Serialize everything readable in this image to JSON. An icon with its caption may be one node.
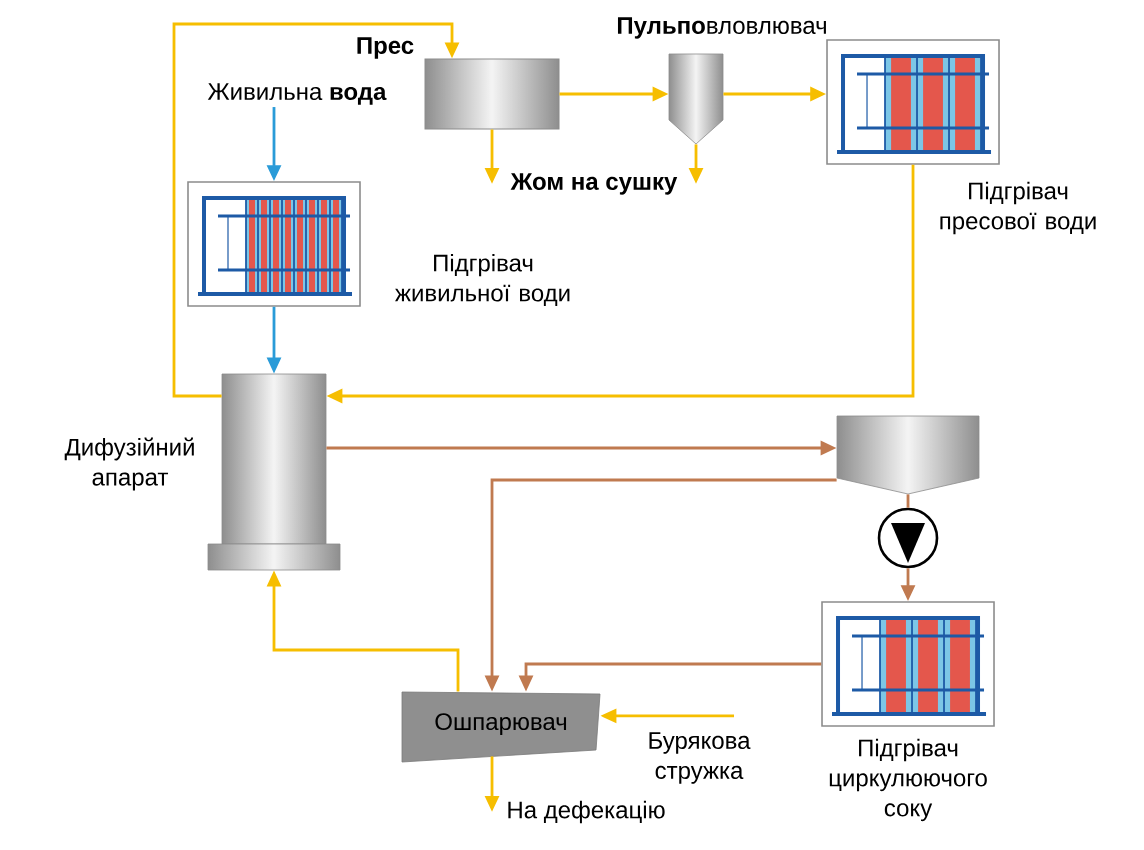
{
  "diagram": {
    "nodes": [
      {
        "text": [
          "Прес"
        ]
      },
      {
        "text": [
          "**Пульпо**вловлювач"
        ]
      },
      {
        "text": [
          "Підгрівач пресової води"
        ]
      },
      {
        "text": [
          "Живильна **вода**"
        ]
      },
      {
        "text": [
          "Жом на сушку"
        ]
      },
      {
        "text": [
          "Підгрівач живильної води"
        ]
      },
      {
        "text": [
          "Дифузійний апарат"
        ]
      },
      {
        "text": [],
        "shape": "cylinder"
      },
      {
        "text": [],
        "shape": "circle"
      },
      {
        "text": [
          "Підгрівач циркулюючого соку"
        ]
      },
      {
        "text": [
          "Ошпарювач"
        ]
      },
      {
        "text": [
          "Бурякова стружка"
        ]
      },
      {
        "text": [
          "На дефекацію"
        ]
      }
    ],
    "edges": [
      {
        "from": 0,
        "to": 1,
        "arrow": "to"
      },
      {
        "from": 1,
        "to": 2,
        "arrow": "to"
      },
      {
        "from": 0,
        "to": 4,
        "arrow": "to"
      },
      {
        "from": 1,
        "to": 4,
        "arrow": "to"
      },
      {
        "from": 2,
        "to": 6,
        "arrow": "to"
      },
      {
        "from": 6,
        "to": 0,
        "arrow": "to"
      },
      {
        "from": 3,
        "to": 5,
        "arrow": "to",
        "color": "#2a9bd8"
      },
      {
        "from": 5,
        "to": 6,
        "arrow": "to",
        "color": "#2a9bd8"
      },
      {
        "from": 6,
        "to": 7,
        "arrow": "to",
        "color": "#c07a50"
      },
      {
        "from": 7,
        "to": 10,
        "arrow": "to",
        "color": "#c07a50"
      },
      {
        "from": 7,
        "to": 8,
        "arrow": "none",
        "color": "#c07a50"
      },
      {
        "from": 8,
        "to": 9,
        "arrow": "to",
        "color": "#c07a50"
      },
      {
        "from": 9,
        "to": 10,
        "arrow": "to",
        "color": "#c07a50"
      },
      {
        "from": 10,
        "to": 6,
        "arrow": "to"
      },
      {
        "from": 11,
        "to": 10,
        "arrow": "to"
      },
      {
        "from": 10,
        "to": 12,
        "arrow": "to"
      }
    ]
  }
}
